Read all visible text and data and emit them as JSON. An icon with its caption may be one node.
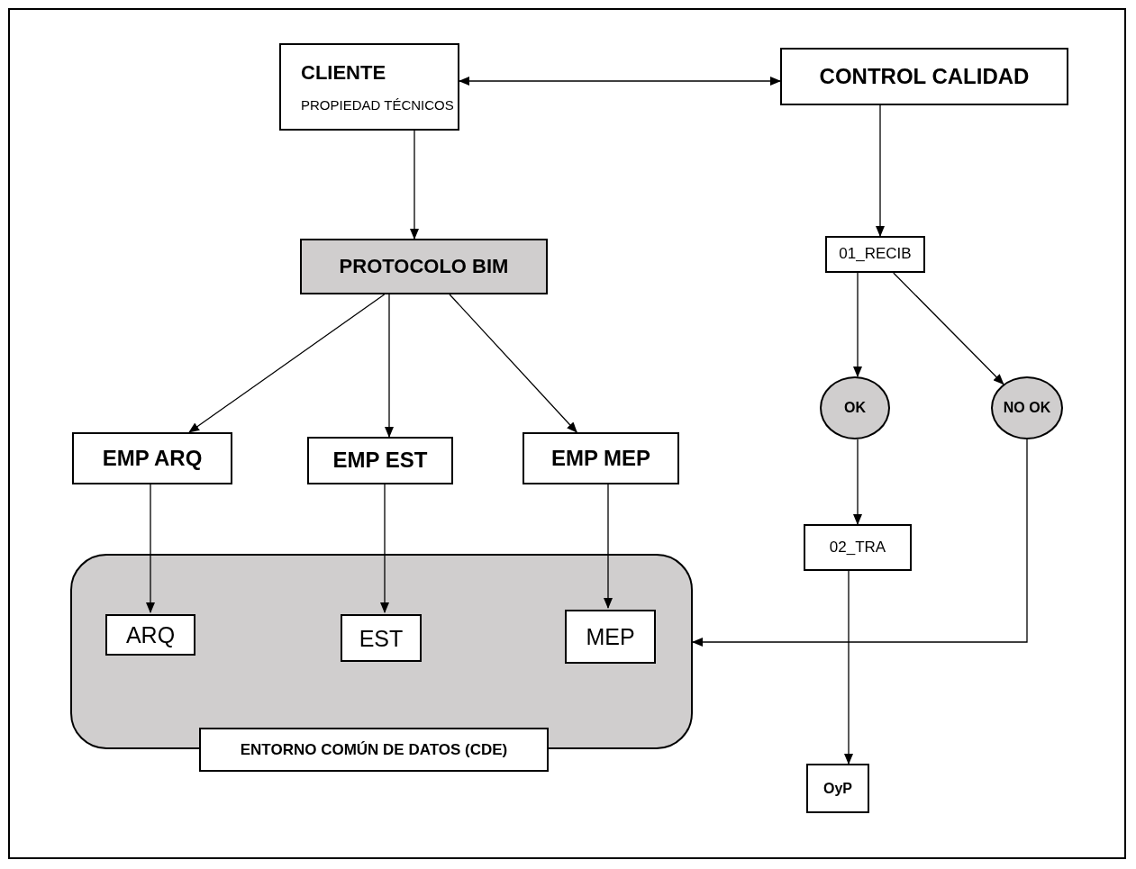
{
  "diagram": {
    "nodes": [
      {
        "text": [
          "CLIENTE",
          "PROPIEDAD TÉCNICOS"
        ]
      },
      {
        "text": [
          "CONTROL CALIDAD"
        ]
      },
      {
        "text": [
          "PROTOCOLO BIM"
        ]
      },
      {
        "text": [
          "01_RECIB"
        ]
      },
      {
        "text": [
          "OK"
        ]
      },
      {
        "text": [
          "NO OK"
        ]
      },
      {
        "text": [
          "EMP ARQ"
        ]
      },
      {
        "text": [
          "EMP EST"
        ]
      },
      {
        "text": [
          "EMP MEP"
        ]
      },
      {
        "text": [
          "ENTORNO COMÚN DE DATOS (CDE)"
        ]
      },
      {
        "text": [
          "ARQ"
        ],
        "in": 9
      },
      {
        "text": [
          "EST"
        ],
        "in": 9
      },
      {
        "text": [
          "MEP"
        ],
        "in": 9
      },
      {
        "text": [
          "02_TRA"
        ]
      },
      {
        "text": [
          "OyP"
        ]
      }
    ],
    "edges": [
      {
        "from": 0,
        "to": 1,
        "arrow": "both"
      },
      {
        "from": 0,
        "to": 2,
        "arrow": "to"
      },
      {
        "from": 1,
        "to": 3,
        "arrow": "to"
      },
      {
        "from": 2,
        "to": 6,
        "arrow": "to"
      },
      {
        "from": 2,
        "to": 7,
        "arrow": "to"
      },
      {
        "from": 2,
        "to": 8,
        "arrow": "to"
      },
      {
        "from": 3,
        "to": 4,
        "arrow": "to"
      },
      {
        "from": 3,
        "to": 5,
        "arrow": "to"
      },
      {
        "from": 6,
        "to": 10,
        "arrow": "to"
      },
      {
        "from": 7,
        "to": 11,
        "arrow": "to"
      },
      {
        "from": 8,
        "to": 12,
        "arrow": "to"
      },
      {
        "from": 4,
        "to": 13,
        "arrow": "to"
      },
      {
        "from": 5,
        "to": 9,
        "arrow": "to"
      },
      {
        "from": 13,
        "to": 14,
        "arrow": "to"
      }
    ]
  }
}
